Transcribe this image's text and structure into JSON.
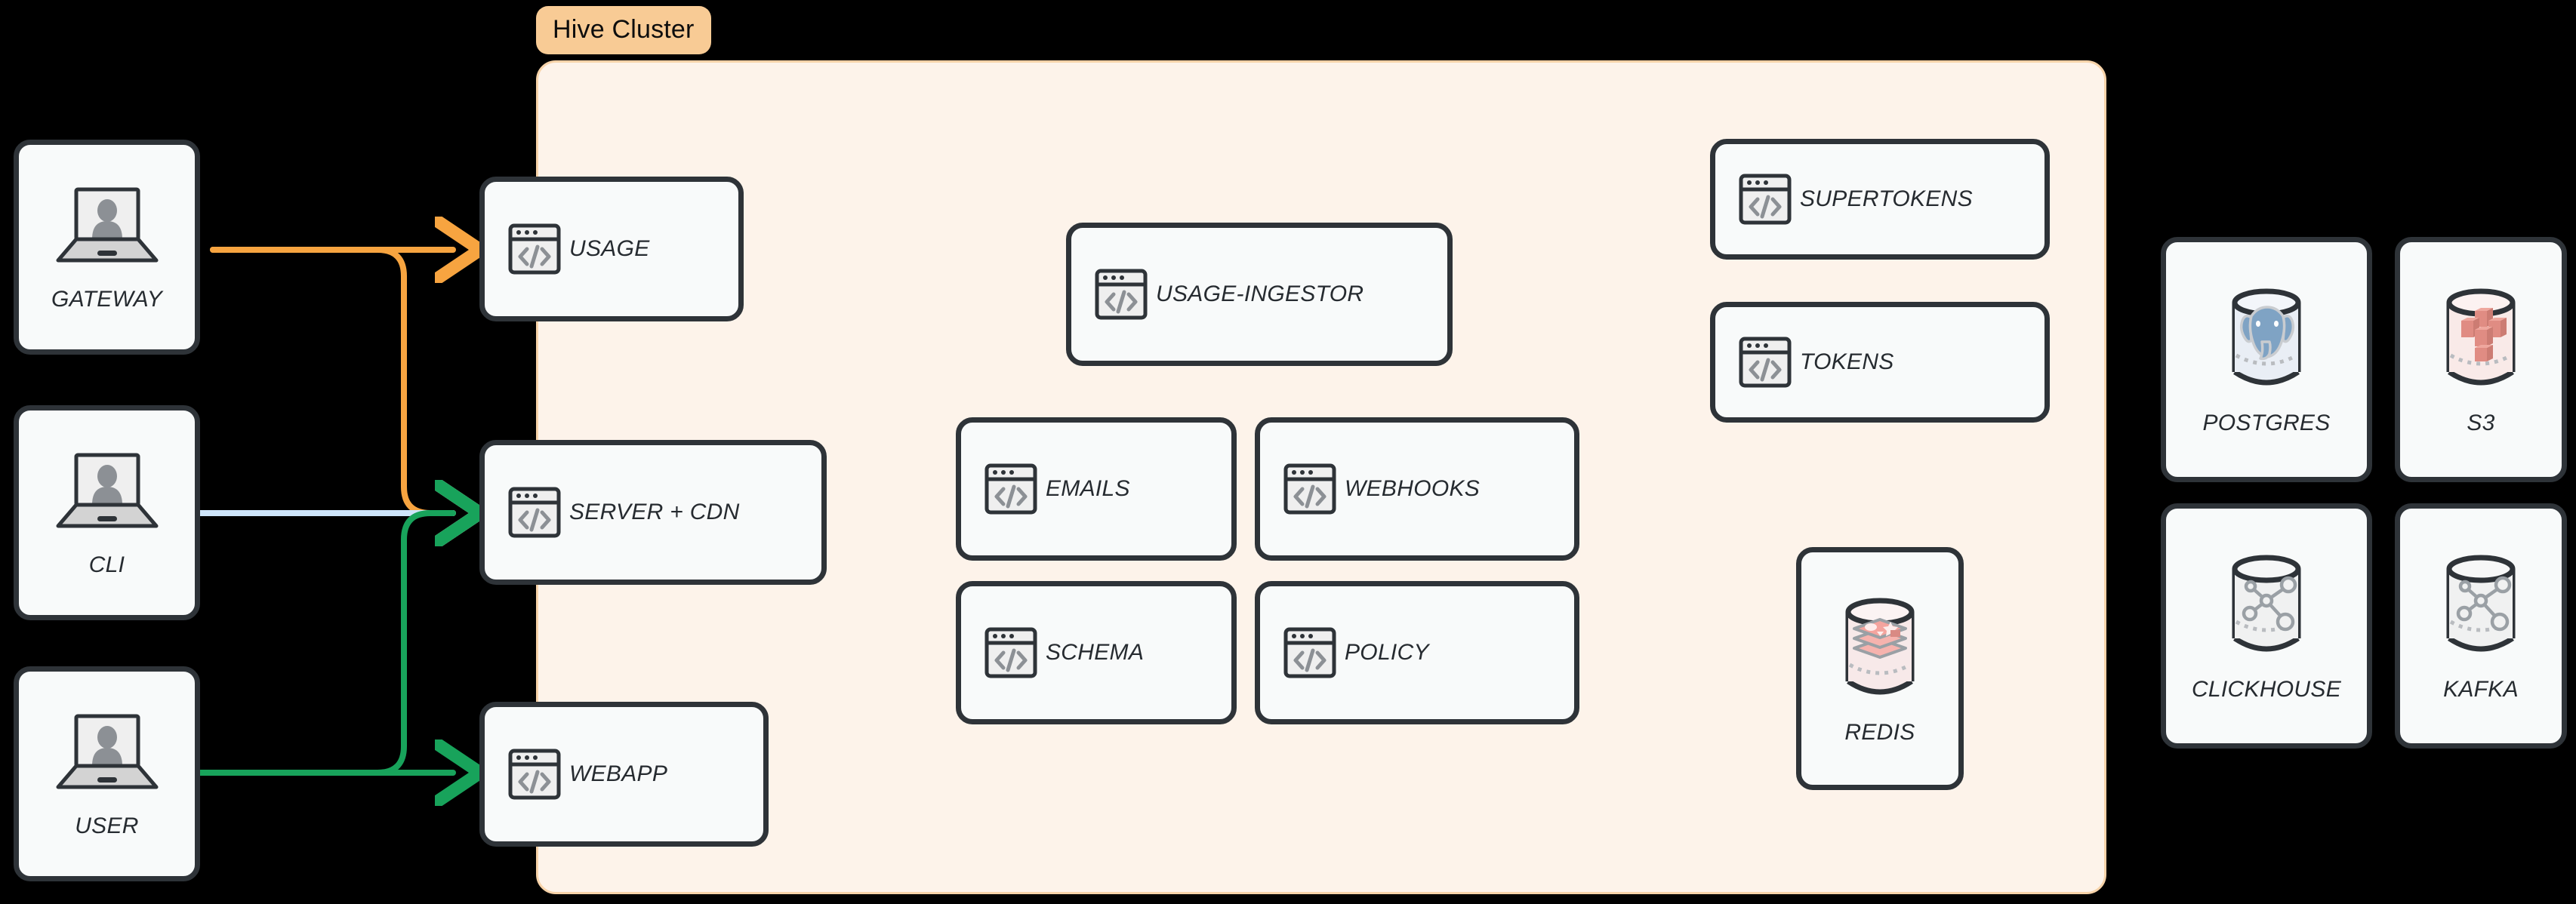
{
  "diagram": {
    "title": "Hive Cluster architecture diagram",
    "background": "#000000",
    "cluster": {
      "label": "Hive Cluster",
      "fill": "#FDF3EA",
      "border": "#F7D3A9",
      "label_fill": "#F8CB95",
      "label_text_color": "#0d0d0d"
    },
    "colors": {
      "node_fill": "#F8FAFA",
      "node_border": "#2E3338",
      "text": "#262B30",
      "arrow_gateway": "#F7A440",
      "arrow_cli": "#CFE5FA",
      "arrow_user": "#18A35B",
      "icon_screen": "#EDEDED",
      "icon_code": "#8C9095",
      "postgres_blue": "#7FA3C4",
      "redis_pink": "#F2A7A3",
      "s3_red": "#E08C83",
      "generic_db_gray": "#9AA0A5"
    },
    "clients": [
      {
        "label": "GATEWAY",
        "icon": "laptop-user-icon",
        "arrow_color": "#F7A440",
        "targets": [
          "USAGE",
          "SERVER + CDN"
        ]
      },
      {
        "label": "CLI",
        "icon": "laptop-user-icon",
        "arrow_color": "#CFE5FA",
        "targets": [
          "SERVER + CDN"
        ]
      },
      {
        "label": "USER",
        "icon": "laptop-user-icon",
        "arrow_color": "#18A35B",
        "targets": [
          "SERVER + CDN",
          "WEBAPP"
        ]
      }
    ],
    "cluster_services": {
      "entry_column": [
        {
          "label": "USAGE",
          "icon": "browser-code-icon"
        },
        {
          "label": "SERVER + CDN",
          "icon": "browser-code-icon"
        },
        {
          "label": "WEBAPP",
          "icon": "browser-code-icon"
        }
      ],
      "middle_column": [
        {
          "label": "USAGE-INGESTOR",
          "icon": "browser-code-icon"
        },
        {
          "label": "EMAILS",
          "icon": "browser-code-icon"
        },
        {
          "label": "WEBHOOKS",
          "icon": "browser-code-icon"
        },
        {
          "label": "SCHEMA",
          "icon": "browser-code-icon"
        },
        {
          "label": "POLICY",
          "icon": "browser-code-icon"
        }
      ],
      "right_column": [
        {
          "label": "SUPERTOKENS",
          "icon": "browser-code-icon"
        },
        {
          "label": "TOKENS",
          "icon": "browser-code-icon"
        },
        {
          "label": "REDIS",
          "icon": "redis-database-icon"
        }
      ]
    },
    "external_stores": [
      {
        "label": "POSTGRES",
        "icon": "postgres-database-icon"
      },
      {
        "label": "S3",
        "icon": "s3-database-icon"
      },
      {
        "label": "CLICKHOUSE",
        "icon": "generic-database-icon"
      },
      {
        "label": "KAFKA",
        "icon": "generic-database-icon"
      }
    ]
  }
}
